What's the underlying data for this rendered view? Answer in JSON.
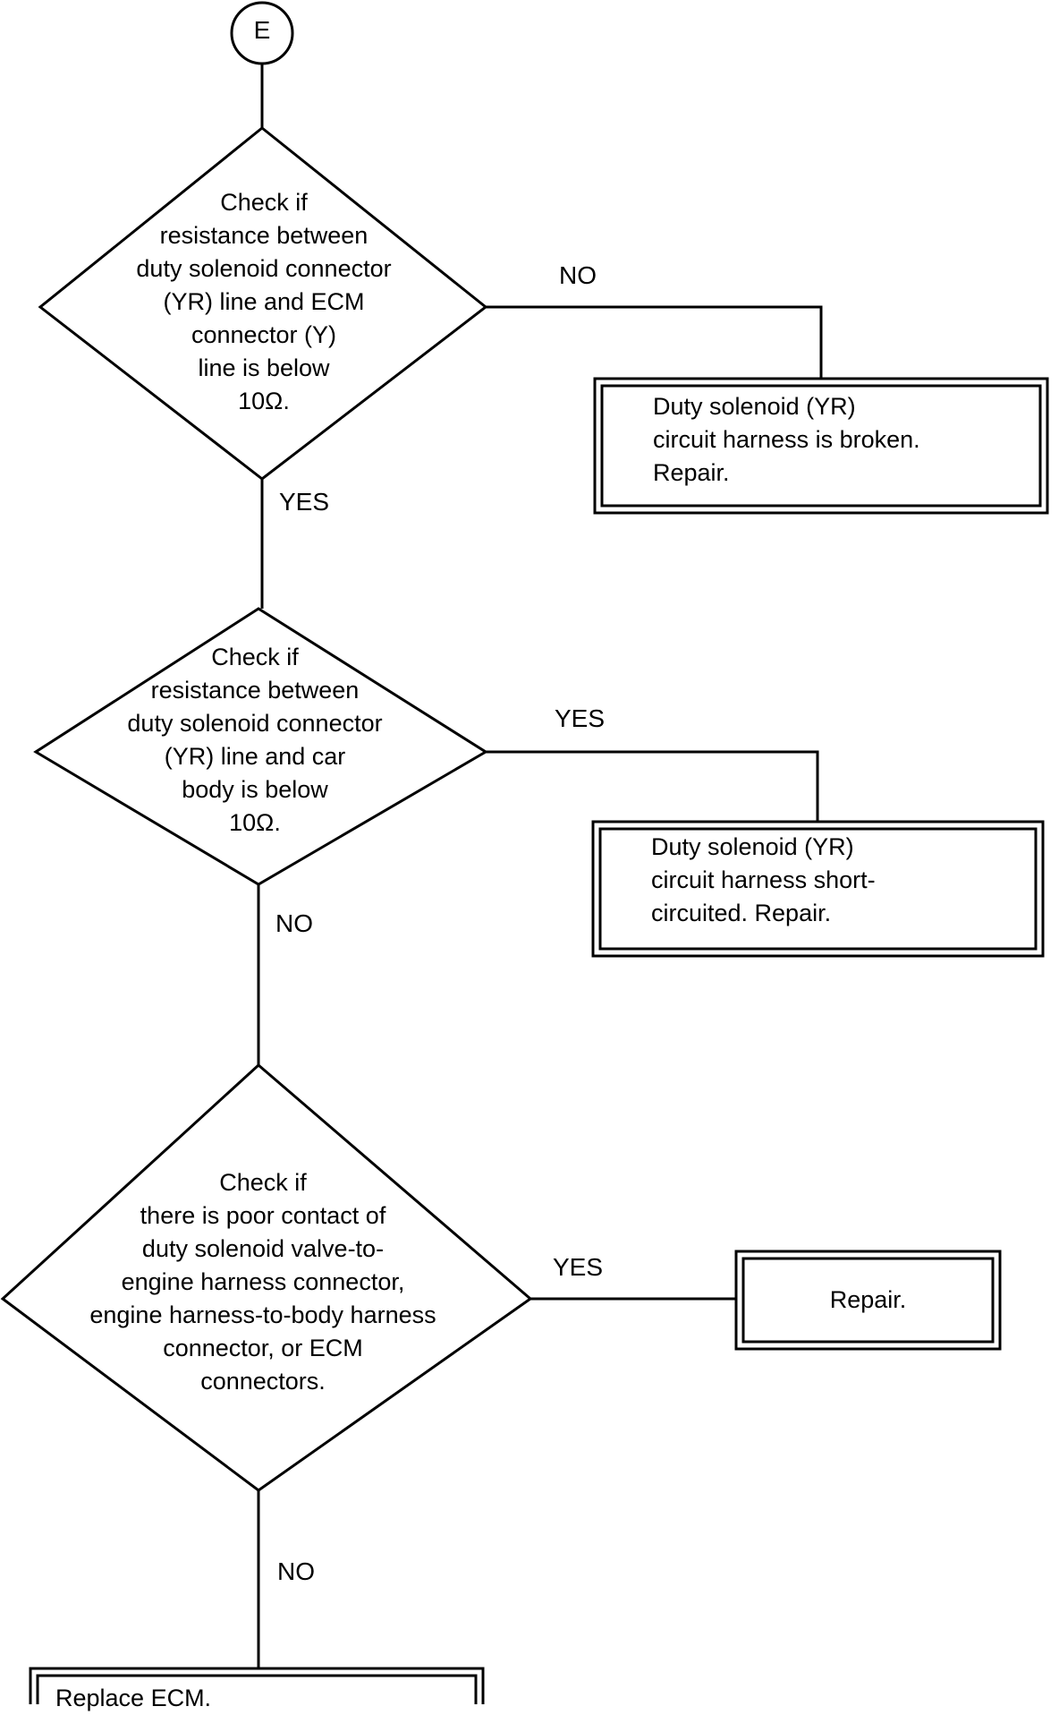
{
  "start_connector": "E",
  "decision1": {
    "lines": [
      "Check if",
      "resistance between",
      "duty solenoid connector",
      "(YR) line and ECM",
      "connector (Y)",
      "line is below",
      "10Ω."
    ],
    "no_label": "NO",
    "yes_label": "YES"
  },
  "result1": {
    "lines": [
      "Duty solenoid (YR)",
      "circuit harness is broken.",
      "Repair."
    ]
  },
  "decision2": {
    "lines": [
      "Check if",
      "resistance between",
      "duty solenoid connector",
      "(YR) line and car",
      "body is below",
      "10Ω."
    ],
    "yes_label": "YES",
    "no_label": "NO"
  },
  "result2": {
    "lines": [
      "Duty solenoid (YR)",
      "circuit harness short-",
      "circuited.  Repair."
    ]
  },
  "decision3": {
    "lines": [
      "Check if",
      "there is poor contact of",
      "duty solenoid valve-to-",
      "engine harness connector,",
      "engine harness-to-body harness",
      "connector, or ECM",
      "connectors."
    ],
    "yes_label": "YES",
    "no_label": "NO"
  },
  "result3": {
    "text": "Repair."
  },
  "final": {
    "text": "Replace ECM."
  }
}
